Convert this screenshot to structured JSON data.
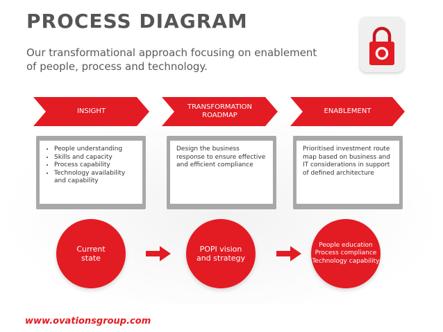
{
  "header": {
    "title": "PROCESS DIAGRAM",
    "subtitle": "Our transformational approach focusing on enablement of people, process and technology.",
    "logo_icon": "padlock-icon"
  },
  "colors": {
    "accent": "#e31b23",
    "panel_border": "#a8a8a8",
    "title": "#555555"
  },
  "stages": [
    {
      "label": "INSIGHT",
      "bullets": [
        "People understanding",
        "Skills and capacity",
        "Process capability",
        "Technology availability and capability"
      ],
      "outcome": "Current\nstate"
    },
    {
      "label": "TRANSFORMATION ROADMAP",
      "text": "Design the business response to ensure effective and efficient compliance",
      "outcome": "POPI vision\nand strategy"
    },
    {
      "label": "ENABLEMENT",
      "text": "Prioritised investment route map based on business and IT considerations in support of defined architecture",
      "outcome": "People education\nProcess compliance\nTechnology capability"
    }
  ],
  "footer": {
    "url": "www.ovationsgroup.com"
  }
}
